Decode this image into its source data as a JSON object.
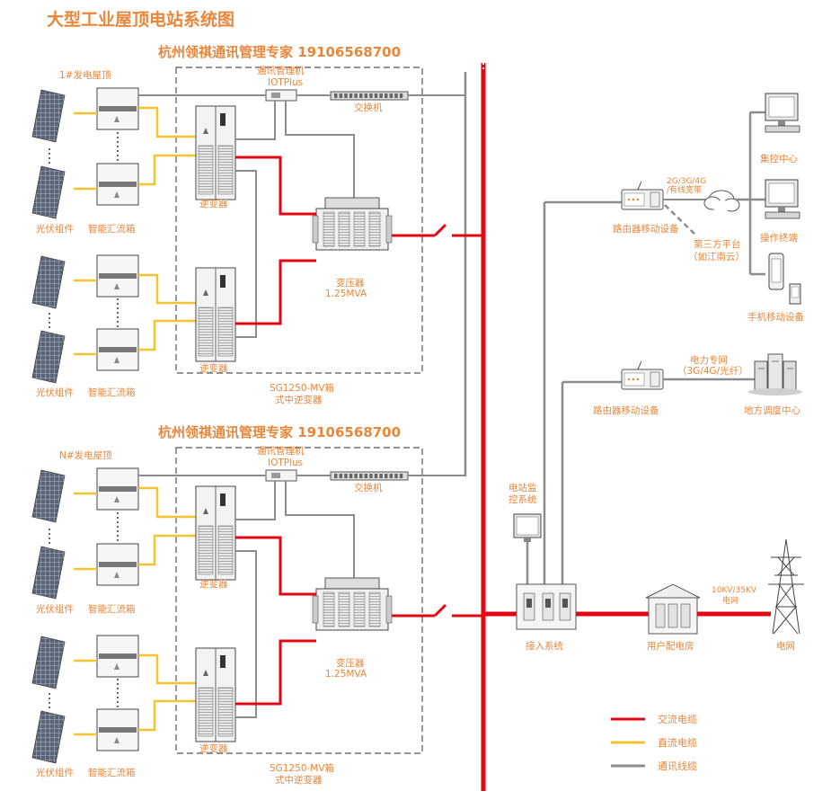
{
  "title": "大型工业屋顶电站系统图",
  "colors": {
    "ac": "#e30613",
    "dc": "#f4c430",
    "comm": "#8c8c8c",
    "accent": "#e8863a"
  },
  "sections": [
    {
      "banner": "杭州领祺通讯管理专家 19106568700",
      "roof": "1#发电屋顶",
      "comm_mgr": [
        "通讯管理机",
        "IOTPlus"
      ],
      "switch": "交换机",
      "pv_label": "光伏组件",
      "combiner_label": "智能汇流箱",
      "pv_label_2": "光伏组件",
      "combiner_label_2": "智能汇流箱",
      "inverter_1": "逆变器",
      "inverter_2": "逆变器",
      "transformer": [
        "变压器",
        "1.25MVA"
      ],
      "mv_box": [
        "SG1250-MV箱",
        "式中逆变器"
      ]
    },
    {
      "banner": "杭州领祺通讯管理专家 19106568700",
      "roof": "N#发电屋顶",
      "comm_mgr": [
        "通讯管理机",
        "IOTPlus"
      ],
      "switch": "交换机",
      "pv_label": "光伏组件",
      "combiner_label": "智能汇流箱",
      "pv_label_2": "光伏组件",
      "combiner_label_2": "智能汇流箱",
      "inverter_1": "逆变器",
      "inverter_2": "逆变器",
      "transformer": [
        "变压器",
        "1.25MVA"
      ],
      "mv_box": [
        "SG1250-MV箱",
        "式中逆变器"
      ]
    }
  ],
  "right": {
    "router_1": "路由器移动设备",
    "network_1": [
      "2G/3G/4G",
      "/有线宽带"
    ],
    "third_party": [
      "第三方平台",
      "（如江南云）"
    ],
    "control_center": "集控中心",
    "op_terminal": "操作终端",
    "mobile": "手机移动设备",
    "router_2": "路由器移动设备",
    "network_2": [
      "电力专网",
      "（3G/4G/光纤）"
    ],
    "dispatch": "地方调度中心",
    "monitor": [
      "电站监",
      "控系统"
    ],
    "access": "接入系统",
    "distribution": "用户配电房",
    "grid_voltage": [
      "10KV/35KV",
      "电网"
    ],
    "grid": "电网"
  },
  "legend": [
    {
      "label": "交流电缆",
      "color": "#e30613"
    },
    {
      "label": "直流电缆",
      "color": "#f4c430"
    },
    {
      "label": "通讯线缆",
      "color": "#8c8c8c"
    }
  ]
}
